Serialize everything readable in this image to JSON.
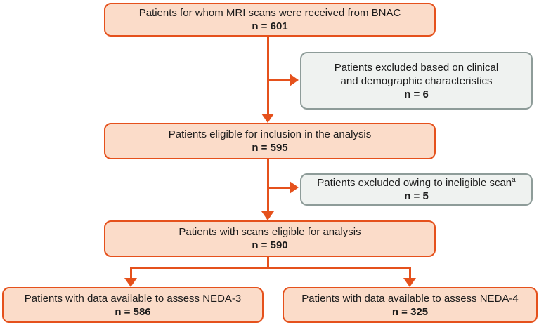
{
  "colors": {
    "accent_orange": "#E5511C",
    "primary_fill": "#FBDCC9",
    "excluded_border": "#8E9C99",
    "excluded_fill": "#EFF2F0",
    "text": "#1C1C1C"
  },
  "nodes": {
    "received": {
      "line1": "Patients for whom MRI scans were received from BNAC",
      "n": "n = 601"
    },
    "excluded_clinical": {
      "line1": "Patients excluded based on clinical",
      "line2": "and demographic characteristics",
      "n": "n = 6"
    },
    "eligible": {
      "line1": "Patients eligible for inclusion in the analysis",
      "n": "n = 595"
    },
    "excluded_scan": {
      "line1": "Patients excluded owing to ineligible scan",
      "sup": "a",
      "n": "n = 5"
    },
    "scans_eligible": {
      "line1": "Patients with scans eligible for analysis",
      "n": "n = 590"
    },
    "neda3": {
      "line1": "Patients with data available to assess NEDA-3",
      "n": "n = 586"
    },
    "neda4": {
      "line1": "Patients with data available to assess NEDA-4",
      "n": "n = 325"
    }
  },
  "edges": [
    {
      "from": "received",
      "to": "eligible",
      "type": "flow"
    },
    {
      "from": "received",
      "to": "excluded_clinical",
      "type": "exclusion"
    },
    {
      "from": "eligible",
      "to": "scans_eligible",
      "type": "flow"
    },
    {
      "from": "eligible",
      "to": "excluded_scan",
      "type": "exclusion"
    },
    {
      "from": "scans_eligible",
      "to": "neda3",
      "type": "flow"
    },
    {
      "from": "scans_eligible",
      "to": "neda4",
      "type": "flow"
    }
  ]
}
